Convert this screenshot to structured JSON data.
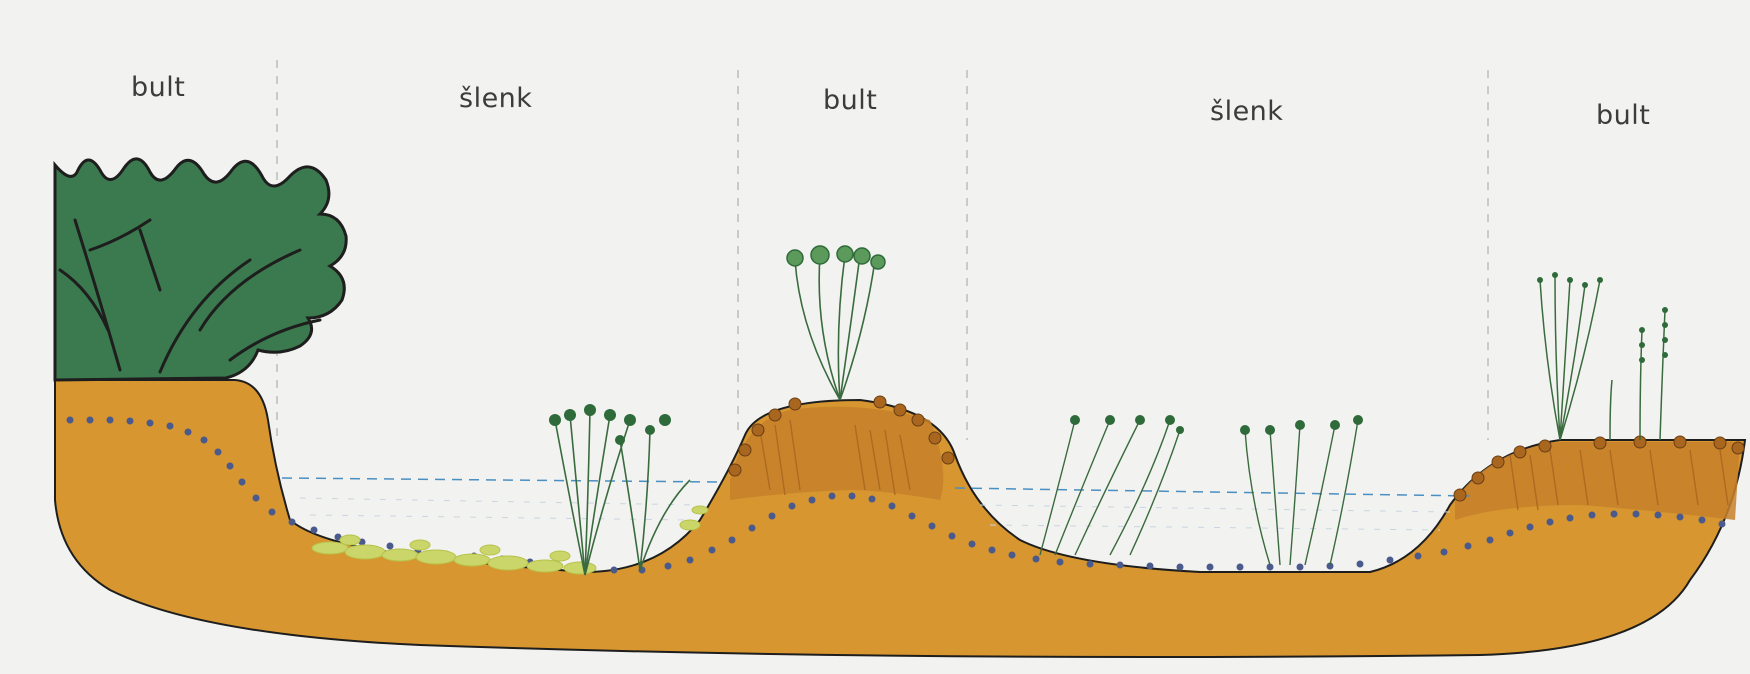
{
  "zones": [
    {
      "label": "bult"
    },
    {
      "label": "šlenk"
    },
    {
      "label": "bult"
    },
    {
      "label": "šlenk"
    },
    {
      "label": "bult"
    }
  ],
  "colors": {
    "background": "#f2f2f0",
    "soil": "#d7962f",
    "soil_hummock": "#c7812a",
    "shrub": "#3a7a4e",
    "outline": "#1e1e1e",
    "water_line": "#4a8fc2",
    "water_table_dots": "#4a5a8c",
    "moss": "#cbd66a",
    "plant": "#3a6b3e"
  }
}
